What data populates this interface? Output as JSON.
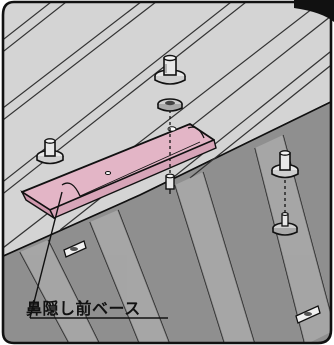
{
  "caption": {
    "label": "鼻隠し前ベース"
  },
  "colors": {
    "roof_light": "#d4d4d4",
    "roof_dark": "#8f8f8f",
    "base_plate": "#e3b5c6",
    "outline": "#111111",
    "background": "#ffffff"
  },
  "parts": [
    {
      "name": "bolt-with-washer",
      "icon": "bolt-icon"
    },
    {
      "name": "fastener-nut",
      "icon": "nut-icon"
    },
    {
      "name": "pin-fastener",
      "icon": "pin-icon"
    },
    {
      "name": "eave-front-base",
      "icon": "plate-icon"
    }
  ]
}
